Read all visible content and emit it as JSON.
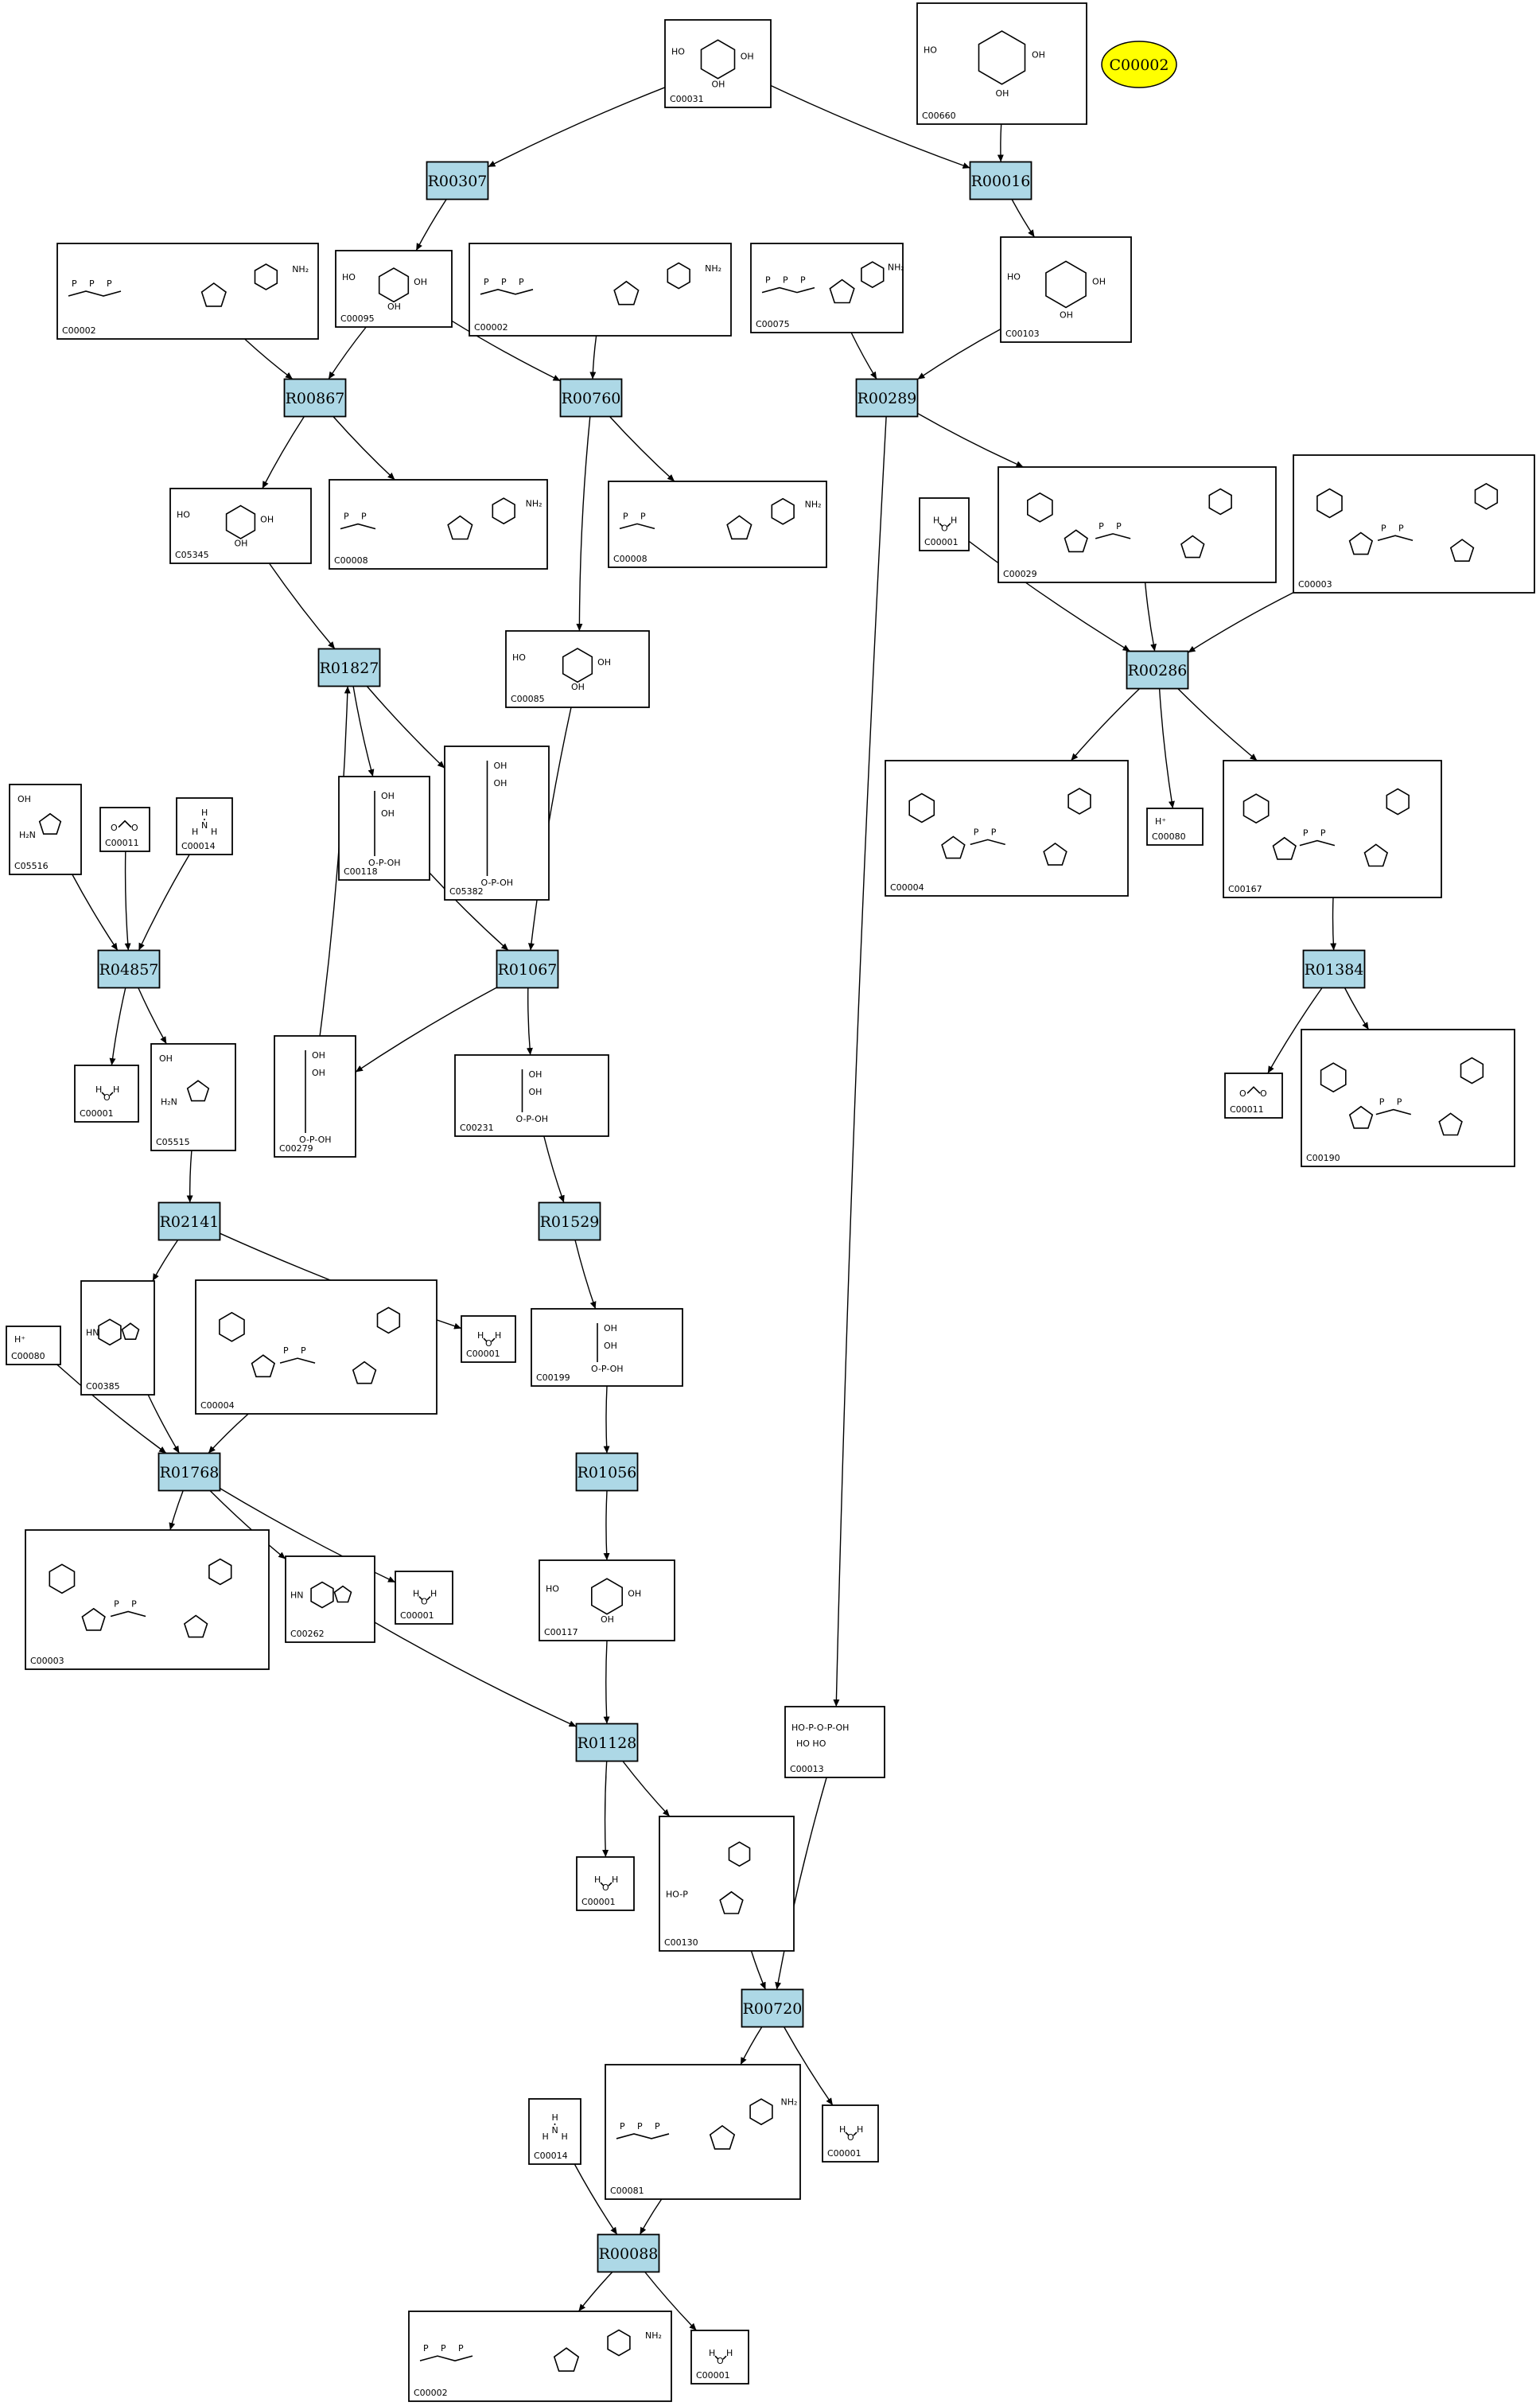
{
  "compounds": [
    {
      "id": "c00031_top",
      "label": "C00031",
      "structure": "hexose-ring"
    },
    {
      "id": "c00660",
      "label": "C00660",
      "structure": "hexose-bisphosphate"
    },
    {
      "id": "c00002_a",
      "label": "C00002",
      "structure": "atp"
    },
    {
      "id": "c00095",
      "label": "C00095",
      "structure": "furanose"
    },
    {
      "id": "c00002_b",
      "label": "C00002",
      "structure": "atp"
    },
    {
      "id": "c00075",
      "label": "C00075",
      "structure": "utp"
    },
    {
      "id": "c00103",
      "label": "C00103",
      "structure": "hexose-phosphate"
    },
    {
      "id": "c05345",
      "label": "C05345",
      "structure": "furanose-phosphate"
    },
    {
      "id": "c00008_a",
      "label": "C00008",
      "structure": "adp"
    },
    {
      "id": "c00008_b",
      "label": "C00008",
      "structure": "adp"
    },
    {
      "id": "c00001_a",
      "label": "C00001",
      "structure": "water"
    },
    {
      "id": "c00029",
      "label": "C00029",
      "structure": "udp-sugar"
    },
    {
      "id": "c00003_a",
      "label": "C00003",
      "structure": "nad"
    },
    {
      "id": "c00085",
      "label": "C00085",
      "structure": "furanose-phosphate"
    },
    {
      "id": "c05516",
      "label": "C05516",
      "structure": "imidazole"
    },
    {
      "id": "c00011_a",
      "label": "C00011",
      "structure": "co2"
    },
    {
      "id": "c00014_a",
      "label": "C00014",
      "structure": "ammonia"
    },
    {
      "id": "c00118",
      "label": "C00118",
      "structure": "triose-phosphate"
    },
    {
      "id": "c05382",
      "label": "C05382",
      "structure": "chain-phosphate"
    },
    {
      "id": "c00004_a",
      "label": "C00004",
      "structure": "nadh"
    },
    {
      "id": "c00080_a",
      "label": "C00080",
      "structure": "proton"
    },
    {
      "id": "c00167",
      "label": "C00167",
      "structure": "udp-acid"
    },
    {
      "id": "c00001_b",
      "label": "C00001",
      "structure": "water"
    },
    {
      "id": "c05515",
      "label": "C05515",
      "structure": "imidazole-amide"
    },
    {
      "id": "c00279",
      "label": "C00279",
      "structure": "tetrose-phosphate"
    },
    {
      "id": "c00231",
      "label": "C00231",
      "structure": "pentulose-phosphate"
    },
    {
      "id": "c00011_b",
      "label": "C00011",
      "structure": "co2"
    },
    {
      "id": "c00190",
      "label": "C00190",
      "structure": "udp-pentose"
    },
    {
      "id": "c00385",
      "label": "C00385",
      "structure": "xanthine"
    },
    {
      "id": "c00004_b",
      "label": "C00004",
      "structure": "nadh"
    },
    {
      "id": "c00001_c",
      "label": "C00001",
      "structure": "water"
    },
    {
      "id": "c00080_b",
      "label": "C00080",
      "structure": "proton"
    },
    {
      "id": "c00199",
      "label": "C00199",
      "structure": "pentulose-phosphate"
    },
    {
      "id": "c00003_b",
      "label": "C00003",
      "structure": "nad"
    },
    {
      "id": "c00262",
      "label": "C00262",
      "structure": "hypoxanthine"
    },
    {
      "id": "c00001_d",
      "label": "C00001",
      "structure": "water"
    },
    {
      "id": "c00117",
      "label": "C00117",
      "structure": "ribose-phosphate"
    },
    {
      "id": "c00013",
      "label": "C00013",
      "structure": "pyrophosphate"
    },
    {
      "id": "c00001_e",
      "label": "C00001",
      "structure": "water"
    },
    {
      "id": "c00130",
      "label": "C00130",
      "structure": "imp"
    },
    {
      "id": "c00014_b",
      "label": "C00014",
      "structure": "ammonia"
    },
    {
      "id": "c00081",
      "label": "C00081",
      "structure": "itp"
    },
    {
      "id": "c00001_f",
      "label": "C00001",
      "structure": "water"
    },
    {
      "id": "c00002_c",
      "label": "C00002",
      "structure": "atp"
    },
    {
      "id": "c00001_g",
      "label": "C00001",
      "structure": "water"
    }
  ],
  "reactions": [
    {
      "id": "r00307",
      "label": "R00307"
    },
    {
      "id": "r00016",
      "label": "R00016"
    },
    {
      "id": "r00867",
      "label": "R00867"
    },
    {
      "id": "r00760",
      "label": "R00760"
    },
    {
      "id": "r00289",
      "label": "R00289"
    },
    {
      "id": "r01827",
      "label": "R01827"
    },
    {
      "id": "r00286",
      "label": "R00286"
    },
    {
      "id": "r04857",
      "label": "R04857"
    },
    {
      "id": "r01067",
      "label": "R01067"
    },
    {
      "id": "r01384",
      "label": "R01384"
    },
    {
      "id": "r02141",
      "label": "R02141"
    },
    {
      "id": "r01529",
      "label": "R01529"
    },
    {
      "id": "r01056",
      "label": "R01056"
    },
    {
      "id": "r01768",
      "label": "R01768"
    },
    {
      "id": "r01128",
      "label": "R01128"
    },
    {
      "id": "r00720",
      "label": "R00720"
    },
    {
      "id": "r00088",
      "label": "R00088"
    }
  ],
  "highlight": {
    "label": "C00002",
    "fill": "#ffff00"
  },
  "edges": [
    [
      "c00031_top",
      "r00307"
    ],
    [
      "c00031_top",
      "r00016"
    ],
    [
      "c00660",
      "r00016"
    ],
    [
      "r00307",
      "c00095"
    ],
    [
      "r00016",
      "c00103"
    ],
    [
      "c00002_a",
      "r00867"
    ],
    [
      "c00095",
      "r00867"
    ],
    [
      "c00095",
      "r00760"
    ],
    [
      "c00002_b",
      "r00760"
    ],
    [
      "c00075",
      "r00289"
    ],
    [
      "c00103",
      "r00289"
    ],
    [
      "r00867",
      "c05345"
    ],
    [
      "r00867",
      "c00008_a"
    ],
    [
      "r00760",
      "c00008_b"
    ],
    [
      "r00760",
      "c00085"
    ],
    [
      "r00289",
      "c00029"
    ],
    [
      "r00289",
      "c00013"
    ],
    [
      "c05345",
      "r01827"
    ],
    [
      "c00279",
      "r01827"
    ],
    [
      "c00001_a",
      "r00286"
    ],
    [
      "c00029",
      "r00286"
    ],
    [
      "c00003_a",
      "r00286"
    ],
    [
      "r01827",
      "c00118"
    ],
    [
      "r01827",
      "c05382"
    ],
    [
      "c00118",
      "r01067"
    ],
    [
      "c00085",
      "r01067"
    ],
    [
      "r00286",
      "c00004_a"
    ],
    [
      "r00286",
      "c00080_a"
    ],
    [
      "r00286",
      "c00167"
    ],
    [
      "c05516",
      "r04857"
    ],
    [
      "c00011_a",
      "r04857"
    ],
    [
      "c00014_a",
      "r04857"
    ],
    [
      "c00167",
      "r01384"
    ],
    [
      "r01384",
      "c00011_b"
    ],
    [
      "r01384",
      "c00190"
    ],
    [
      "r04857",
      "c00001_b"
    ],
    [
      "r04857",
      "c05515"
    ],
    [
      "r01067",
      "c00279"
    ],
    [
      "r01067",
      "c00231"
    ],
    [
      "c05515",
      "r02141"
    ],
    [
      "r02141",
      "c00385"
    ],
    [
      "r02141",
      "c00001_c"
    ],
    [
      "c00231",
      "r01529"
    ],
    [
      "r01529",
      "c00199"
    ],
    [
      "c00199",
      "r01056"
    ],
    [
      "r01056",
      "c00117"
    ],
    [
      "c00080_b",
      "r01768"
    ],
    [
      "c00385",
      "r01768"
    ],
    [
      "c00004_b",
      "r01768"
    ],
    [
      "r01768",
      "c00003_b"
    ],
    [
      "r01768",
      "c00262"
    ],
    [
      "r01768",
      "c00001_d"
    ],
    [
      "c00262",
      "r01128"
    ],
    [
      "c00117",
      "r01128"
    ],
    [
      "r01128",
      "c00001_e"
    ],
    [
      "r01128",
      "c00130"
    ],
    [
      "c00130",
      "r00720"
    ],
    [
      "c00013",
      "r00720"
    ],
    [
      "r00720",
      "c00081"
    ],
    [
      "r00720",
      "c00001_f"
    ],
    [
      "c00014_b",
      "r00088"
    ],
    [
      "c00081",
      "r00088"
    ],
    [
      "r00088",
      "c00002_c"
    ],
    [
      "r00088",
      "c00001_g"
    ]
  ]
}
